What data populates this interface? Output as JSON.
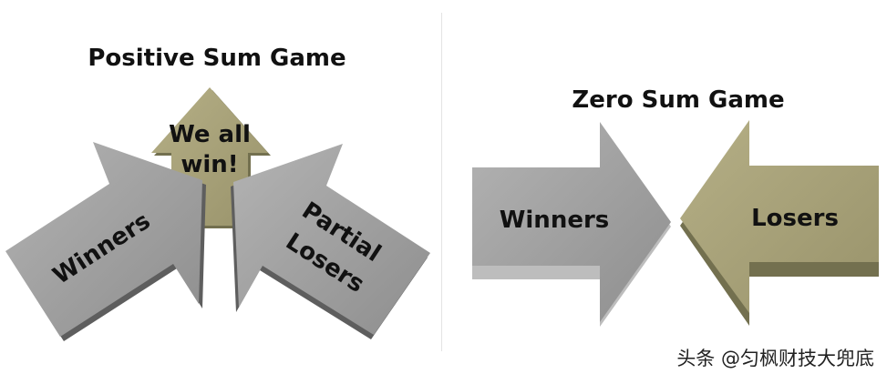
{
  "positive_sum": {
    "title": "Positive Sum Game",
    "center_lines": [
      "We all",
      "win!"
    ],
    "left_label": "Winners",
    "right_lines": [
      "Partial",
      "Losers"
    ]
  },
  "zero_sum": {
    "title": "Zero Sum Game",
    "left_label": "Winners",
    "right_label": "Losers"
  },
  "watermark": "头条 @匀枫财技大兜底",
  "colors": {
    "gray_face": "#9b9b9b",
    "gray_shadow": "#6f6f6f",
    "olive_face": "#a8a27a",
    "olive_shadow": "#73704f",
    "text": "#111111"
  }
}
